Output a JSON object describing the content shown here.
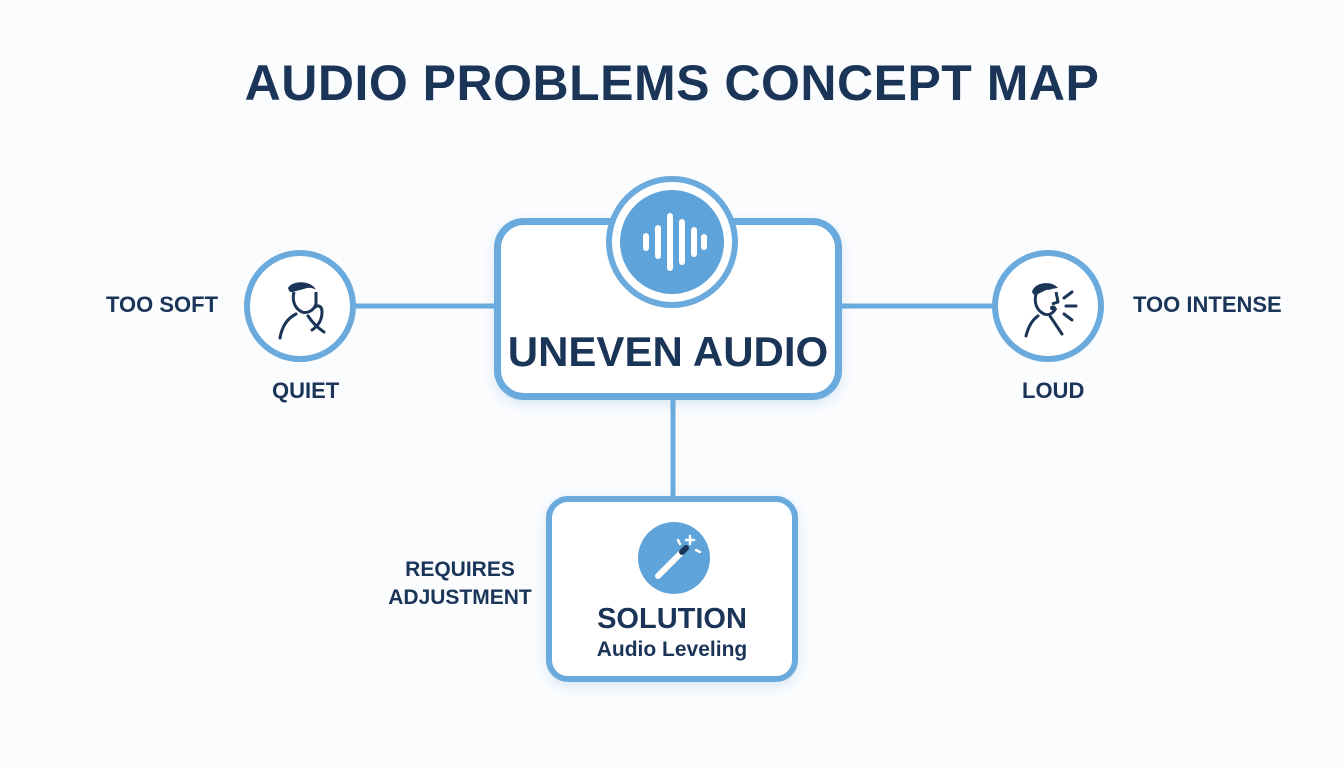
{
  "title": "AUDIO PROBLEMS CONCEPT MAP",
  "central": {
    "label": "UNEVEN AUDIO",
    "icon": "sound-wave-icon"
  },
  "left": {
    "top_label": "TOO SOFT",
    "bottom_label": "QUIET",
    "icon": "whispering-person-icon"
  },
  "right": {
    "top_label": "TOO INTENSE",
    "bottom_label": "LOUD",
    "icon": "shouting-person-icon"
  },
  "solution": {
    "title": "SOLUTION",
    "subtitle": "Audio Leveling",
    "icon": "magic-wand-icon"
  },
  "connector_label": {
    "line1": "REQUIRES",
    "line2": "ADJUSTMENT"
  },
  "colors": {
    "accent": "#6aaadd",
    "icon_fill": "#5ea3da",
    "text": "#1b3558",
    "background": "#fbfcfe"
  }
}
